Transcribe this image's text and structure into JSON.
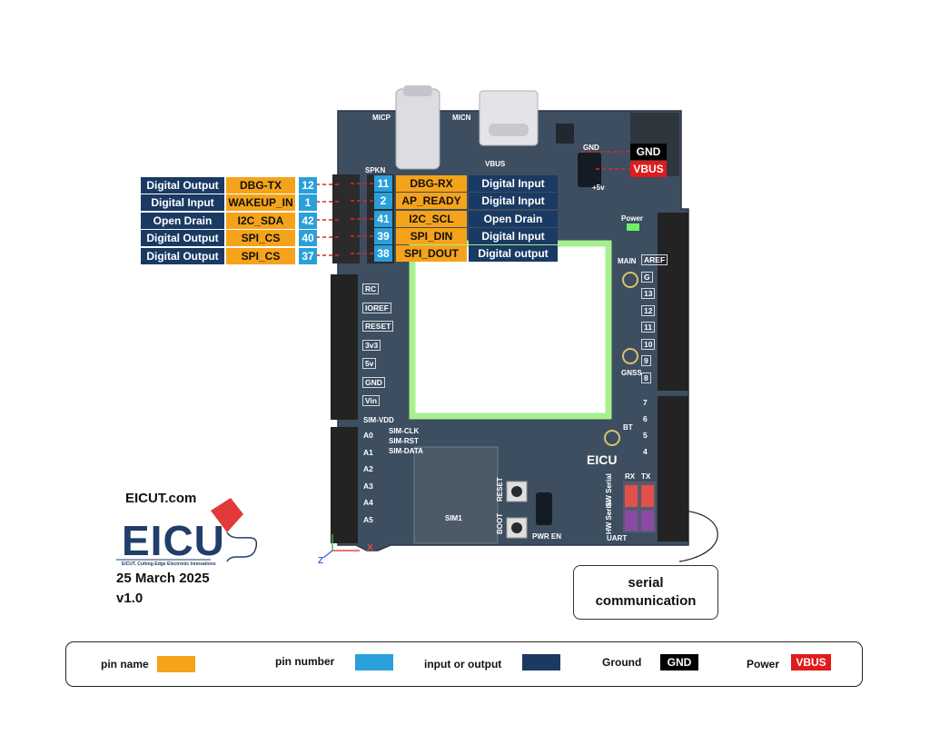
{
  "left_pins": [
    {
      "dir": "Digital Output",
      "name": "DBG-TX",
      "num": "12"
    },
    {
      "dir": "Digital Input",
      "name": "WAKEUP_IN",
      "num": "1"
    },
    {
      "dir": "Open Drain",
      "name": "I2C_SDA",
      "num": "42"
    },
    {
      "dir": "Digital Output",
      "name": "SPI_CS",
      "num": "40"
    },
    {
      "dir": "Digital Output",
      "name": "SPI_CS",
      "num": "37"
    }
  ],
  "right_pins": [
    {
      "num": "11",
      "name": "DBG-RX",
      "dir": "Digital Input"
    },
    {
      "num": "2",
      "name": "AP_READY",
      "dir": "Digital Input"
    },
    {
      "num": "41",
      "name": "I2C_SCL",
      "dir": "Open Drain"
    },
    {
      "num": "39",
      "name": "SPI_DIN",
      "dir": "Digital Input"
    },
    {
      "num": "38",
      "name": "SPI_DOUT",
      "dir": "Digital output"
    }
  ],
  "power": {
    "gnd": "GND",
    "vbus": "VBUS"
  },
  "board": {
    "left_header_top": [
      "RC",
      "IOREF",
      "RESET",
      "3v3",
      "5v",
      "GND",
      "Vin"
    ],
    "left_header_bottom": [
      "A0",
      "A1",
      "A2",
      "A3",
      "A4",
      "A5"
    ],
    "right_header_top": [
      "AREF",
      "G",
      "13",
      "12",
      "11",
      "10",
      "9",
      "8"
    ],
    "right_header_bottom": [
      "7",
      "6",
      "5",
      "4"
    ],
    "silk": {
      "micp": "MICP",
      "micn": "MICN",
      "vbus": "VBUS",
      "spkn": "SPKN",
      "gnd": "GND",
      "plus5v": "+5v",
      "power": "Power",
      "main": "MAIN",
      "gnss": "GNSS",
      "bt": "BT",
      "eicu": "EICU",
      "sim_vdd": "SIM-VDD",
      "sim_clk": "SIM-CLK",
      "sim_rst": "SIM-RST",
      "sim_data": "SIM-DATA",
      "sim1": "SIM1",
      "reset": "RESET",
      "boot": "BOOT",
      "pwr_en": "PWR EN",
      "rx": "RX",
      "tx": "TX",
      "sw_serial": "SW Serial",
      "hw_serial": "HW Serial",
      "uart": "UART",
      "axis_x": "X",
      "axis_z": "Z"
    }
  },
  "callout": {
    "line1": "serial",
    "line2": "communication"
  },
  "brand": {
    "site": "EICUT.com",
    "logo_text": "EICU",
    "logo_tagline": "EICUT, Cutting-Edge Electronic Innovations",
    "date": "25 March 2025",
    "version": "v1.0"
  },
  "legend": {
    "pin_name": "pin name",
    "pin_number": "pin number",
    "io": "input or output",
    "ground": "Ground",
    "ground_badge": "GND",
    "power": "Power",
    "power_badge": "VBUS"
  },
  "colors": {
    "pin_name": "#f5a31a",
    "pin_number": "#2aa0da",
    "io": "#1a3a63",
    "ground": "#000000",
    "power": "#e01b1b",
    "board": "#3a4a5c",
    "module_outline": "#a6f08e"
  }
}
